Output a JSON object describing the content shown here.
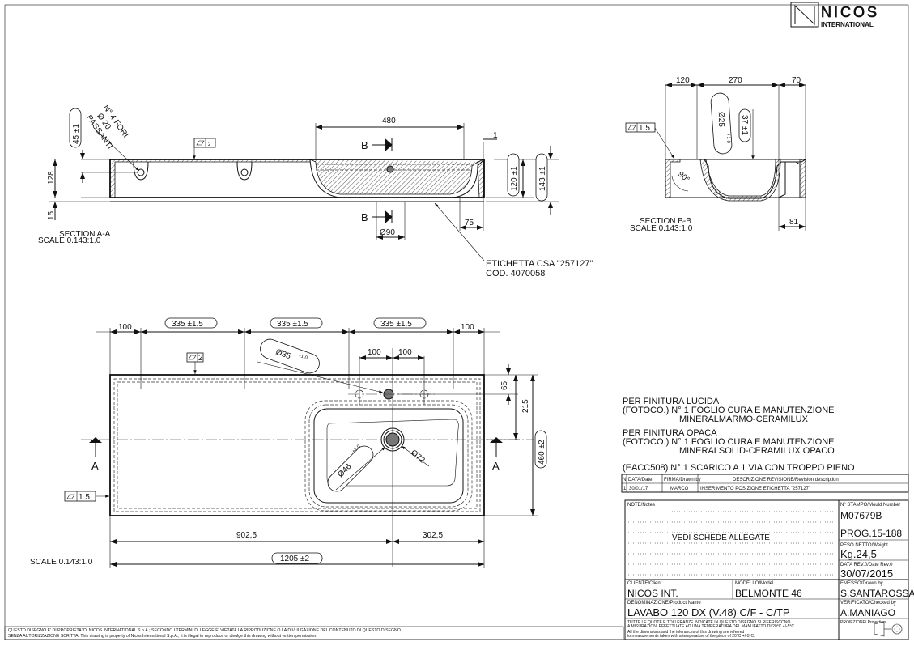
{
  "logo": {
    "brand": "NICOS",
    "sub": "INTERNATIONAL"
  },
  "section_aa": {
    "title": "SECTION A-A",
    "scale": "SCALE 0.143:1.0",
    "holes_note": [
      "N° 4 FORI",
      "Ø 20",
      "PASSANTI"
    ],
    "flatness": "2",
    "dims": {
      "h45": "45 ±1",
      "h128": "128",
      "h15": "15",
      "w480": "480",
      "d1": "1",
      "h120": "120 ±1",
      "h143": "143 ±1",
      "w75": "75",
      "d90": "Ø90"
    },
    "section_mark": "B",
    "label_note": [
      "ETICHETTA CSA \"257127\"",
      "COD. 4070058"
    ]
  },
  "section_bb": {
    "title": "SECTION B-B",
    "scale": "SCALE 0.143:1.0",
    "flatness": "1.5",
    "dims": {
      "w120": "120",
      "w270": "270",
      "w70": "70",
      "d25": "Ø25",
      "d25_tol": "+1 0",
      "h37": "37 ±1",
      "w81": "81",
      "angle": "90°"
    }
  },
  "plan": {
    "scale": "SCALE 0.143:1.0",
    "section_mark": "A",
    "flatness_top": "2",
    "flatness_left": "1.5",
    "dims": {
      "e100a": "100",
      "p1": "335 ±1.5",
      "p2": "335 ±1.5",
      "p3": "335 ±1.5",
      "e100b": "100",
      "t100a": "100",
      "t100b": "100",
      "d35": "Ø35",
      "d35_tol": "+1 0",
      "h65": "65",
      "h215": "215",
      "h460": "460 ±2",
      "d46": "Ø46",
      "d46_tol": "+1 0",
      "d72": "Ø72",
      "w902": "902,5",
      "w302": "302,5",
      "w1205": "1205 ±2"
    }
  },
  "notes": [
    "PER FINITURA LUCIDA",
    "(FOTOCO.) N° 1 FOGLIO CURA E MANUTENZIONE",
    "MINERALMARMO-CERAMILUX",
    "PER FINITURA OPACA",
    "(FOTOCO.) N° 1 FOGLIO CURA E MANUTENZIONE",
    "MINERALSOLID-CERAMILUX OPACO",
    "(EACC508) N° 1 SCARICO A 1 VIA CON TROPPO PIENO"
  ],
  "revision_table": {
    "headers": [
      "N°",
      "DATA/Date",
      "FIRMA/Drawn by",
      "DESCRIZIONE REVISIONE/Revision description"
    ],
    "rows": [
      [
        "1",
        "30/01/17",
        "MARCO",
        "INSERIMENTO POSIZIONE ETICHETTA \"257127\""
      ]
    ]
  },
  "title_block": {
    "notes_label": "NOTE/Notes",
    "notes_value": "VEDI SCHEDE ALLEGATE",
    "mould_label": "N° STAMPO/Mould Number",
    "mould_value": "M07679B",
    "prog": "PROG.15-188",
    "weight_label": "PESO NETTO/Weight",
    "weight_value": "Kg.24,5",
    "date_label": "DATA REV.0/Date Rev.0",
    "date_value": "30/07/2015",
    "client_label": "CLIENTE/Client",
    "client_value": "NICOS INT.",
    "model_label": "MODELLO/Model",
    "model_value": "BELMONTE 46",
    "drawn_label": "EMESSO/Drawn by",
    "drawn_value": "S.SANTAROSSA",
    "product_label": "DENOMINAZIONE/Product Name",
    "product_value": "LAVABO 120 DX (V.48) C/F - C/TP",
    "checked_label": "VERIFICATO/Checked by",
    "checked_value": "A.MANIAGO",
    "tolerance_it": [
      "TUTTE LE QUOTE E TOLLERANZE INDICATE IN QUESTO DISEGNO SI RIFERISCONO",
      "A MISURAZIONI EFFETTUATE AD UNA TEMPERATURA DEL MANUFATTO DI 20°C +/-5°C."
    ],
    "tolerance_en": [
      "All the dimensions and the tolerances of this drawing are referred",
      "to measurements taken with a temperature of the piece of 20°C +/-5°C."
    ],
    "projection_label": "PROIEZIONE/ Projection"
  },
  "footer": [
    "QUESTO DISEGNO E' DI PROPRIETA' DI NICOS INTERNATIONAL S.p.A.; SECONDO I TERMINI DI LEGGE E' VIETATA LA RIPRODUZIONE O LA DIVULGAZIONE DEL CONTENUTO DI QUESTO DISEGNO",
    "SENZA AUTORIZZAZIONE SCRITTA. This drawing is property of Nicos International S.p.A.; it is illegal to reproduce or divulge this drawing without written permission."
  ]
}
